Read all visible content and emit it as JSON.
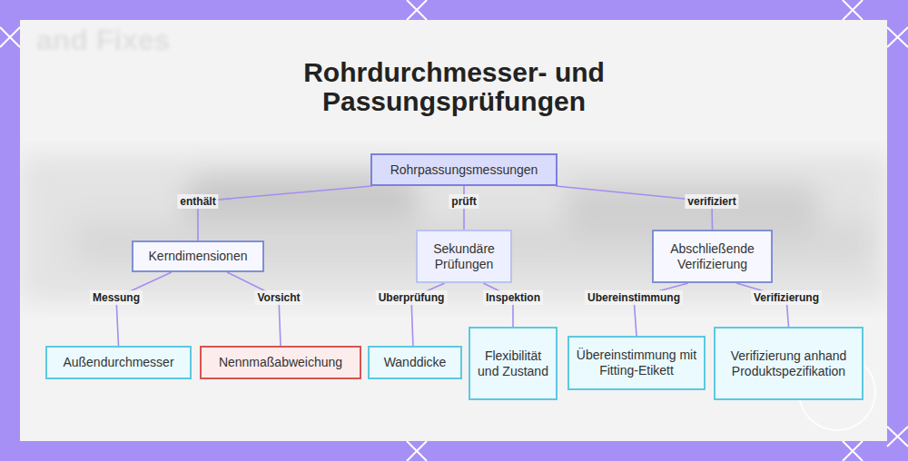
{
  "diagram": {
    "title": "Rohrdurchmesser- und Passungsprüfungen",
    "nodes": [
      {
        "text": [
          "Rohrpassungsmessungen"
        ]
      },
      {
        "text": [
          "Kerndimensionen"
        ]
      },
      {
        "text": [
          "Sekundäre Prüfungen"
        ]
      },
      {
        "text": [
          "Abschließende Verifizierung"
        ]
      },
      {
        "text": [
          "Außendurchmesser"
        ]
      },
      {
        "text": [
          "Nennmaßabweichung"
        ]
      },
      {
        "text": [
          "Wanddicke"
        ]
      },
      {
        "text": [
          "Flexibilität und Zustand"
        ]
      },
      {
        "text": [
          "Übereinstimmung mit Fitting-Etikett"
        ]
      },
      {
        "text": [
          "Verifizierung anhand Produktspezifikation"
        ]
      }
    ],
    "edges": [
      {
        "from": 0,
        "to": 1,
        "label": "enthält",
        "arrow": "none"
      },
      {
        "from": 0,
        "to": 2,
        "label": "prüft",
        "arrow": "none"
      },
      {
        "from": 0,
        "to": 3,
        "label": "verifiziert",
        "arrow": "none"
      },
      {
        "from": 1,
        "to": 4,
        "label": "Messung",
        "arrow": "none"
      },
      {
        "from": 1,
        "to": 5,
        "label": "Vorsicht",
        "arrow": "none"
      },
      {
        "from": 2,
        "to": 6,
        "label": "Uberprüfung",
        "arrow": "none"
      },
      {
        "from": 2,
        "to": 7,
        "label": "Inspektion",
        "arrow": "none"
      },
      {
        "from": 3,
        "to": 8,
        "label": "Ubereinstimmung",
        "arrow": "none"
      },
      {
        "from": 3,
        "to": 9,
        "label": "Verifizierung",
        "arrow": "none"
      }
    ],
    "labels": [
      "and Fixes"
    ]
  }
}
